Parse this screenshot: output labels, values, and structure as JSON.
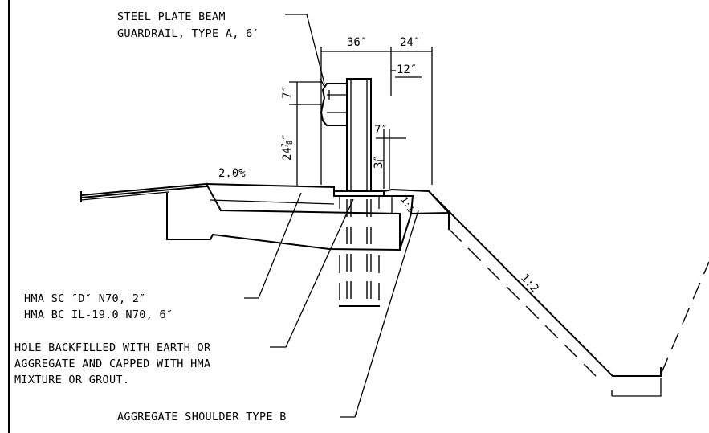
{
  "callouts": {
    "guardrail_line1": "STEEL PLATE BEAM",
    "guardrail_line2": "GUARDRAIL, TYPE A, 6′",
    "hma_line1": "HMA SC ″D″   N70, 2″",
    "hma_line2": "HMA BC IL-19.0  N70, 6″",
    "hole_line1": "HOLE BACKFILLED WITH EARTH OR",
    "hole_line2": "AGGREGATE AND CAPPED WITH HMA",
    "hole_line3": "MIXTURE OR GROUT.",
    "shoulder": "AGGREGATE SHOULDER TYPE B"
  },
  "dimensions": {
    "post_offset": "36″",
    "shoulder_width": "24″",
    "inner_offset": "12″",
    "rail_height": "7″",
    "beam_height": "24⅞″",
    "cap_width": "7″",
    "cap_depth": "3″"
  },
  "slopes": {
    "cross_slope": "2.0%",
    "wedge_slope": "1:1",
    "foreslope": "1:2"
  }
}
